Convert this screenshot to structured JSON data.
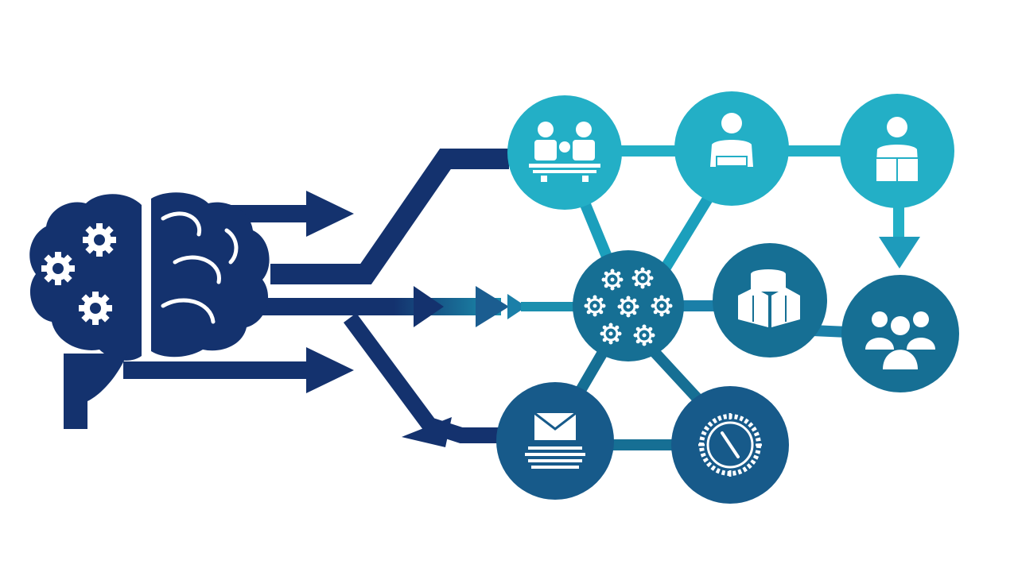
{
  "colors": {
    "background": "#ffffff",
    "navy": "#14326e",
    "teal_light": "#23afc6",
    "teal_mid": "#1b8fae",
    "teal_dark": "#166f94",
    "steel_blue": "#175a8a",
    "icon_fill": "#ffffff"
  },
  "diagram": {
    "title": "",
    "source": {
      "icon": "brain-with-gears-icon",
      "arrows": [
        "arrow-right-icon",
        "arrow-right-icon",
        "arrow-right-icon"
      ]
    },
    "nodes": [
      {
        "id": "team-meeting",
        "icon": "team-meeting-icon"
      },
      {
        "id": "presenter",
        "icon": "presenter-icon"
      },
      {
        "id": "reader",
        "icon": "person-reading-icon"
      },
      {
        "id": "hub",
        "icon": "gears-cluster-icon"
      },
      {
        "id": "package",
        "icon": "package-boxes-icon"
      },
      {
        "id": "group",
        "icon": "people-group-icon"
      },
      {
        "id": "email",
        "icon": "email-laptop-icon"
      },
      {
        "id": "dial",
        "icon": "clock-dial-icon"
      }
    ],
    "edges": [
      [
        "team-meeting",
        "presenter"
      ],
      [
        "presenter",
        "reader"
      ],
      [
        "team-meeting",
        "hub"
      ],
      [
        "presenter",
        "hub"
      ],
      [
        "hub",
        "package"
      ],
      [
        "package",
        "group"
      ],
      [
        "reader",
        "group"
      ],
      [
        "hub",
        "email"
      ],
      [
        "hub",
        "dial"
      ],
      [
        "email",
        "dial"
      ]
    ]
  }
}
